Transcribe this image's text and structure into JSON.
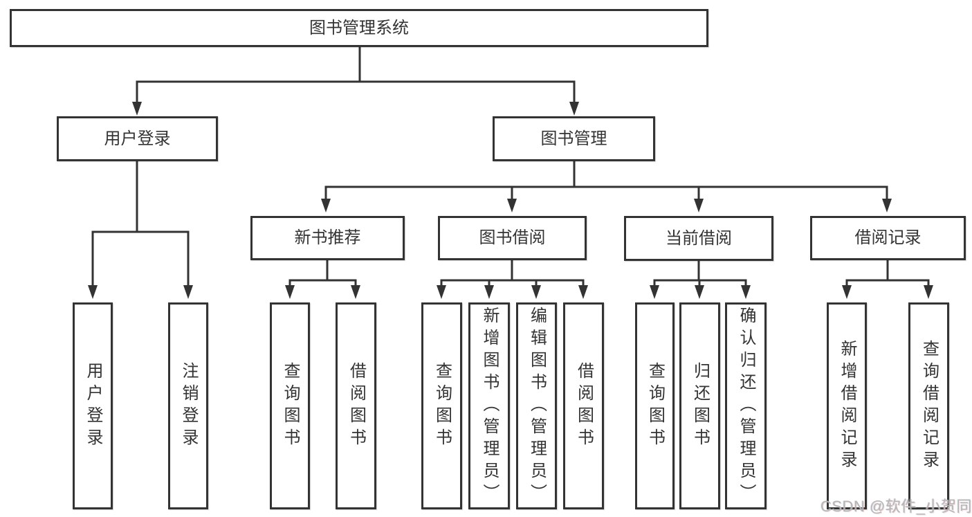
{
  "diagram_title": "图书管理系统",
  "tree": {
    "label": "图书管理系统",
    "children": [
      {
        "label": "用户登录",
        "children": [
          {
            "label": "用户登录"
          },
          {
            "label": "注销登录"
          }
        ]
      },
      {
        "label": "图书管理",
        "children": [
          {
            "label": "新书推荐",
            "children": [
              {
                "label": "查询图书"
              },
              {
                "label": "借阅图书"
              }
            ]
          },
          {
            "label": "图书借阅",
            "children": [
              {
                "label": "查询图书"
              },
              {
                "label": "新增图书（管理员）"
              },
              {
                "label": "编辑图书（管理员）"
              },
              {
                "label": "借阅图书"
              }
            ]
          },
          {
            "label": "当前借阅",
            "children": [
              {
                "label": "查询图书"
              },
              {
                "label": "归还图书"
              },
              {
                "label": "确认归还（管理员）"
              }
            ]
          },
          {
            "label": "借阅记录",
            "children": [
              {
                "label": "新增借阅记录"
              },
              {
                "label": "查询借阅记录"
              }
            ]
          }
        ]
      }
    ]
  },
  "watermark": {
    "text": "CSDN @软件_小贺同学"
  },
  "colors": {
    "line": "#333333",
    "border": "#333333",
    "text": "#333333",
    "background": "#ffffff",
    "watermark": "#b5b5b5"
  }
}
